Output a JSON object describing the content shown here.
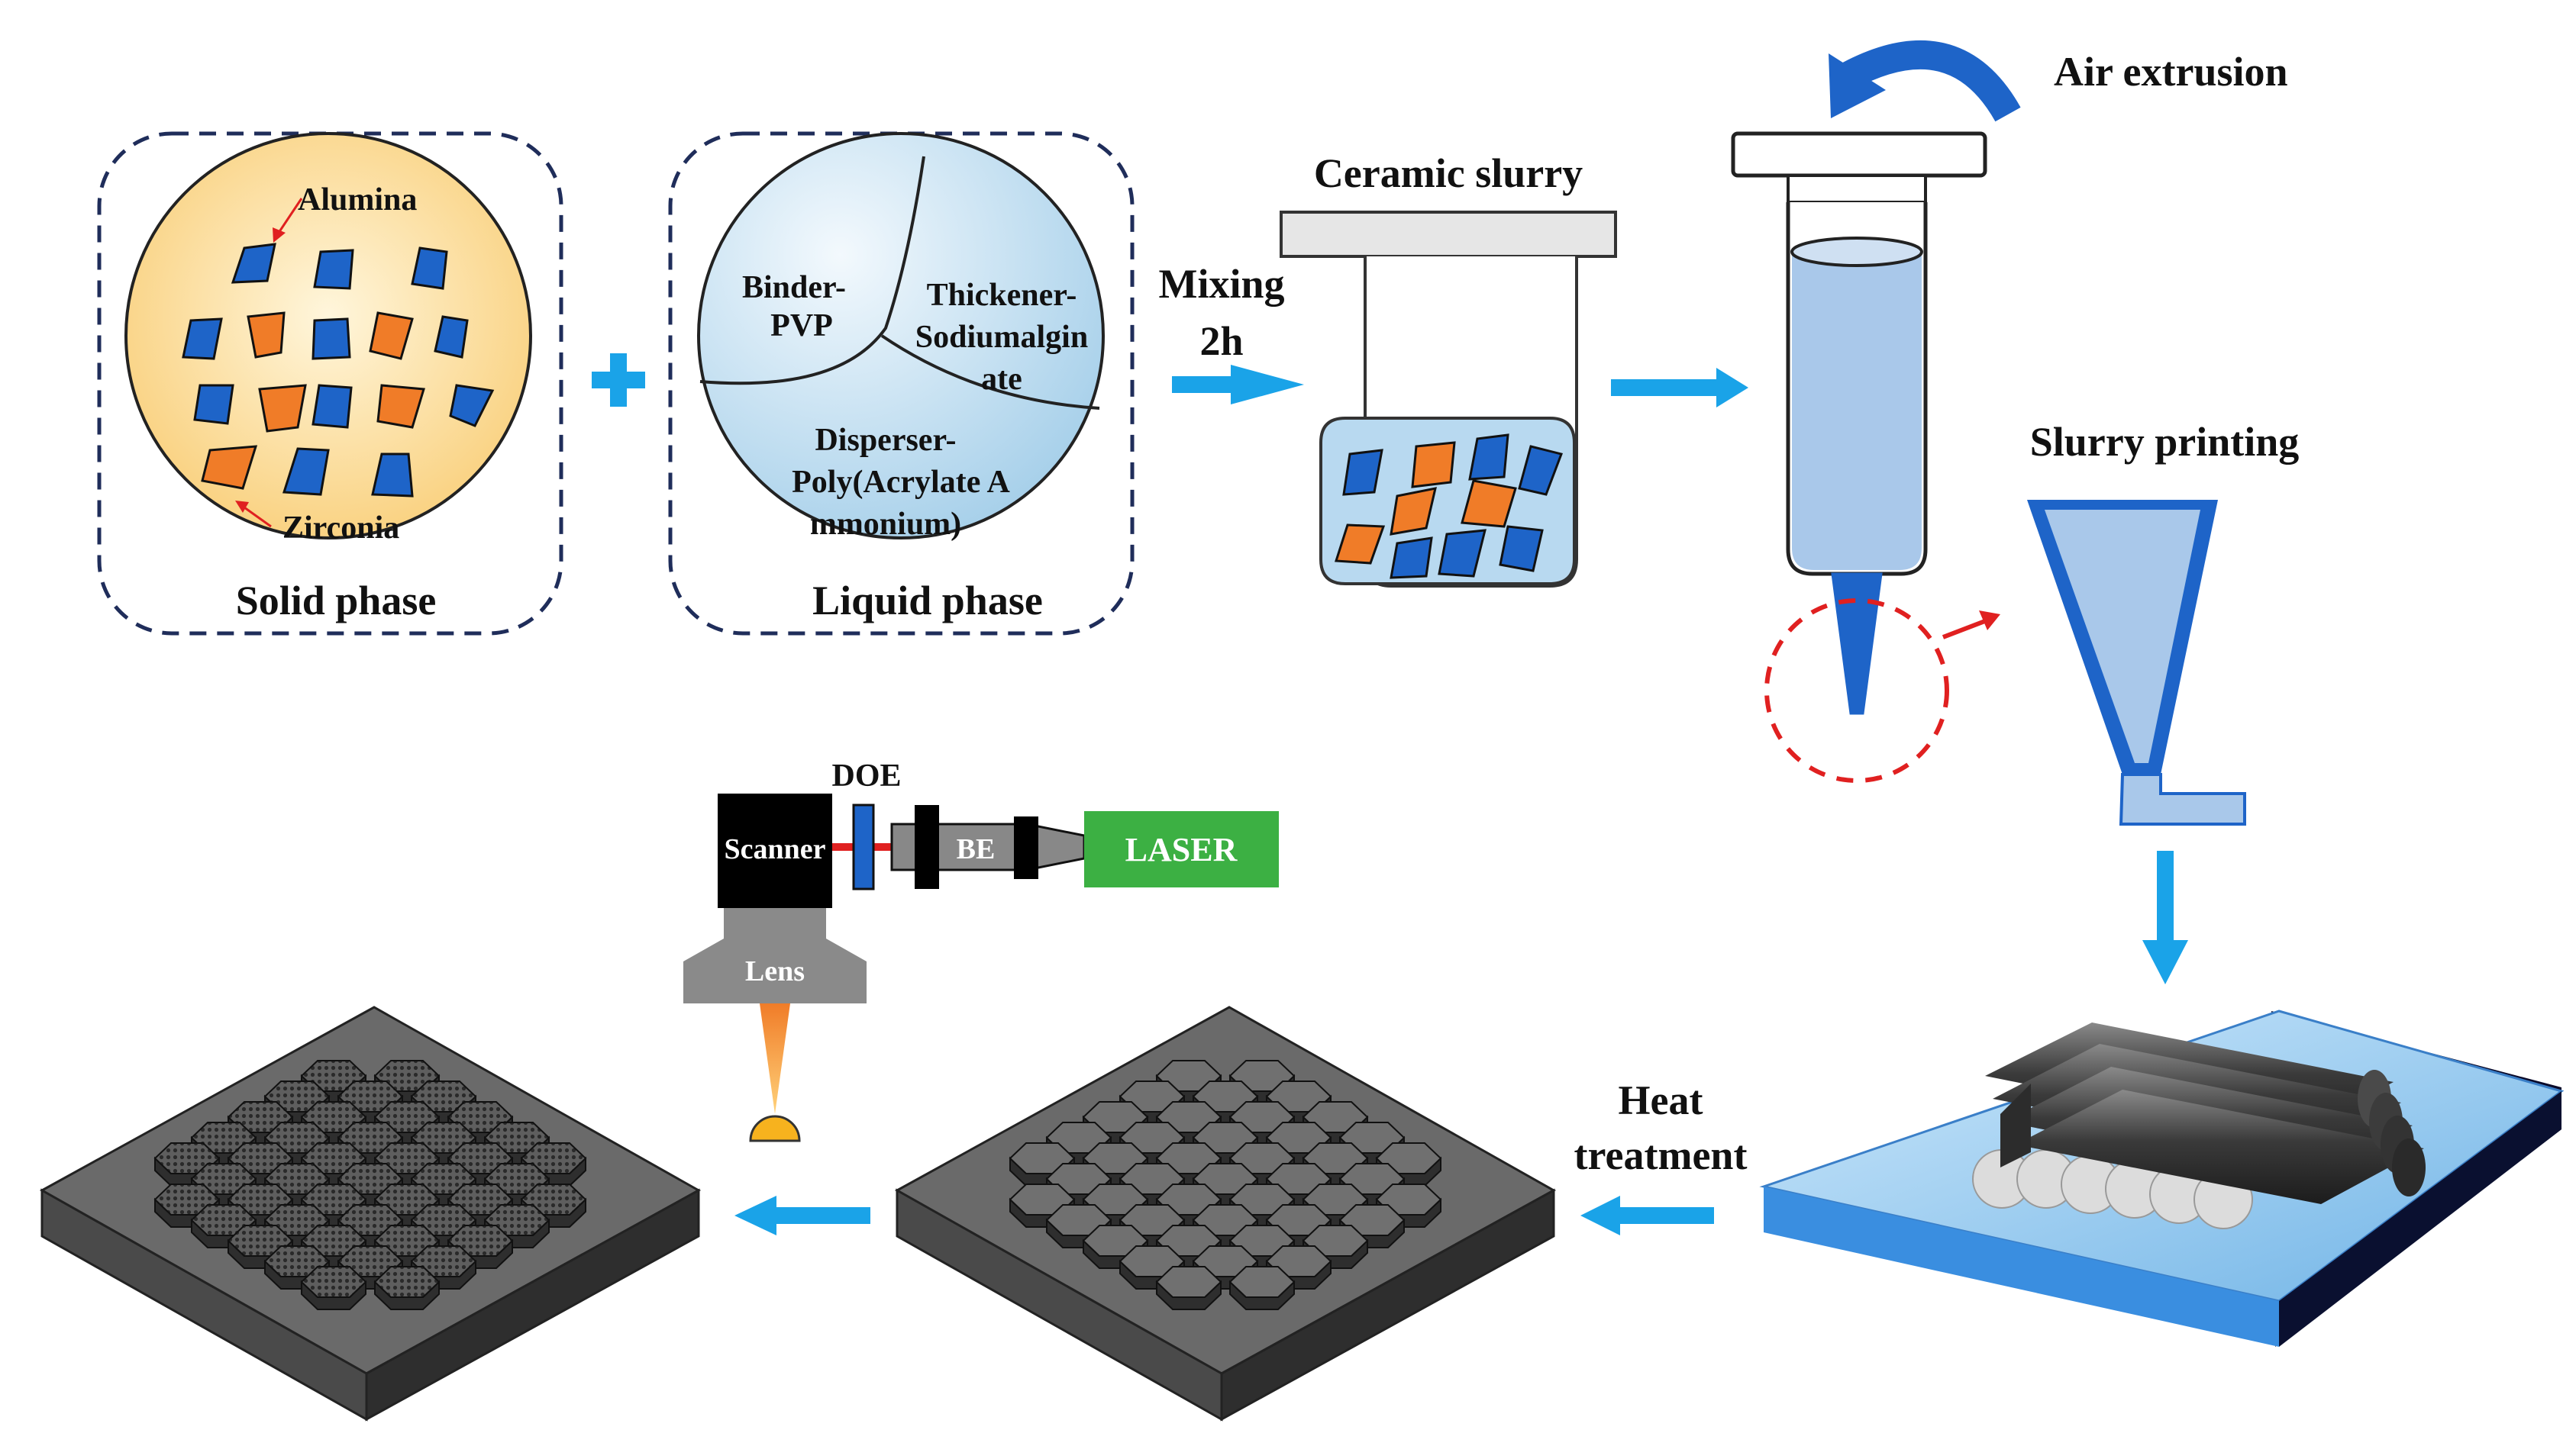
{
  "solid_phase": {
    "label": "Solid phase",
    "alumina": "Alumina",
    "zirconia": "Zirconia"
  },
  "liquid_phase": {
    "label": "Liquid phase",
    "binder_1": "Binder-",
    "binder_2": "PVP",
    "thickener_1": "Thickener-",
    "thickener_2": "Sodiumalgin",
    "thickener_3": "ate",
    "disperser_1": "Disperser-",
    "disperser_2": "Poly(Acrylate A",
    "disperser_3": "mmonium)"
  },
  "mixing": {
    "line1": "Mixing",
    "line2": "2h"
  },
  "ceramic_slurry": "Ceramic slurry",
  "air_extrusion": "Air extrusion",
  "slurry_printing": "Slurry printing",
  "heat_treatment": {
    "line1": "Heat",
    "line2": "treatment"
  },
  "laser_setup": {
    "doe": "DOE",
    "scanner": "Scanner",
    "be": "BE",
    "laser": "LASER",
    "lens": "Lens"
  },
  "colors": {
    "alumina": "#1e64c8",
    "zirconia": "#f07c28",
    "arrow": "#1aa3e8",
    "laser_box": "#3cb043",
    "dashed_border": "#1f2d5a",
    "red_marker": "#e02020"
  }
}
